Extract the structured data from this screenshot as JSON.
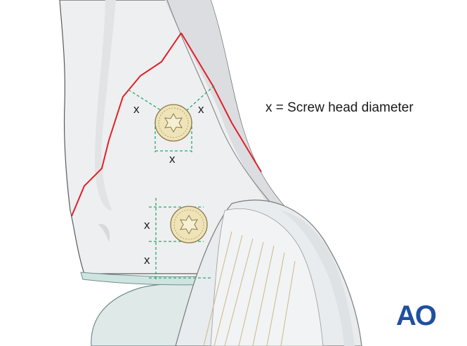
{
  "labels": {
    "x_top_left": "x",
    "x_top_right": "x",
    "x_bottom_under_screw": "x",
    "x_lower_upper": "x",
    "x_lower_lower": "x"
  },
  "legend": "x = Screw head diameter",
  "logo": "AO",
  "colors": {
    "fracture_line": "#e0202a",
    "guide_lines": "#2aa86e",
    "screw_head": "#efe3b8",
    "bone": "#eeeff0",
    "logo": "#1f4fa0"
  }
}
